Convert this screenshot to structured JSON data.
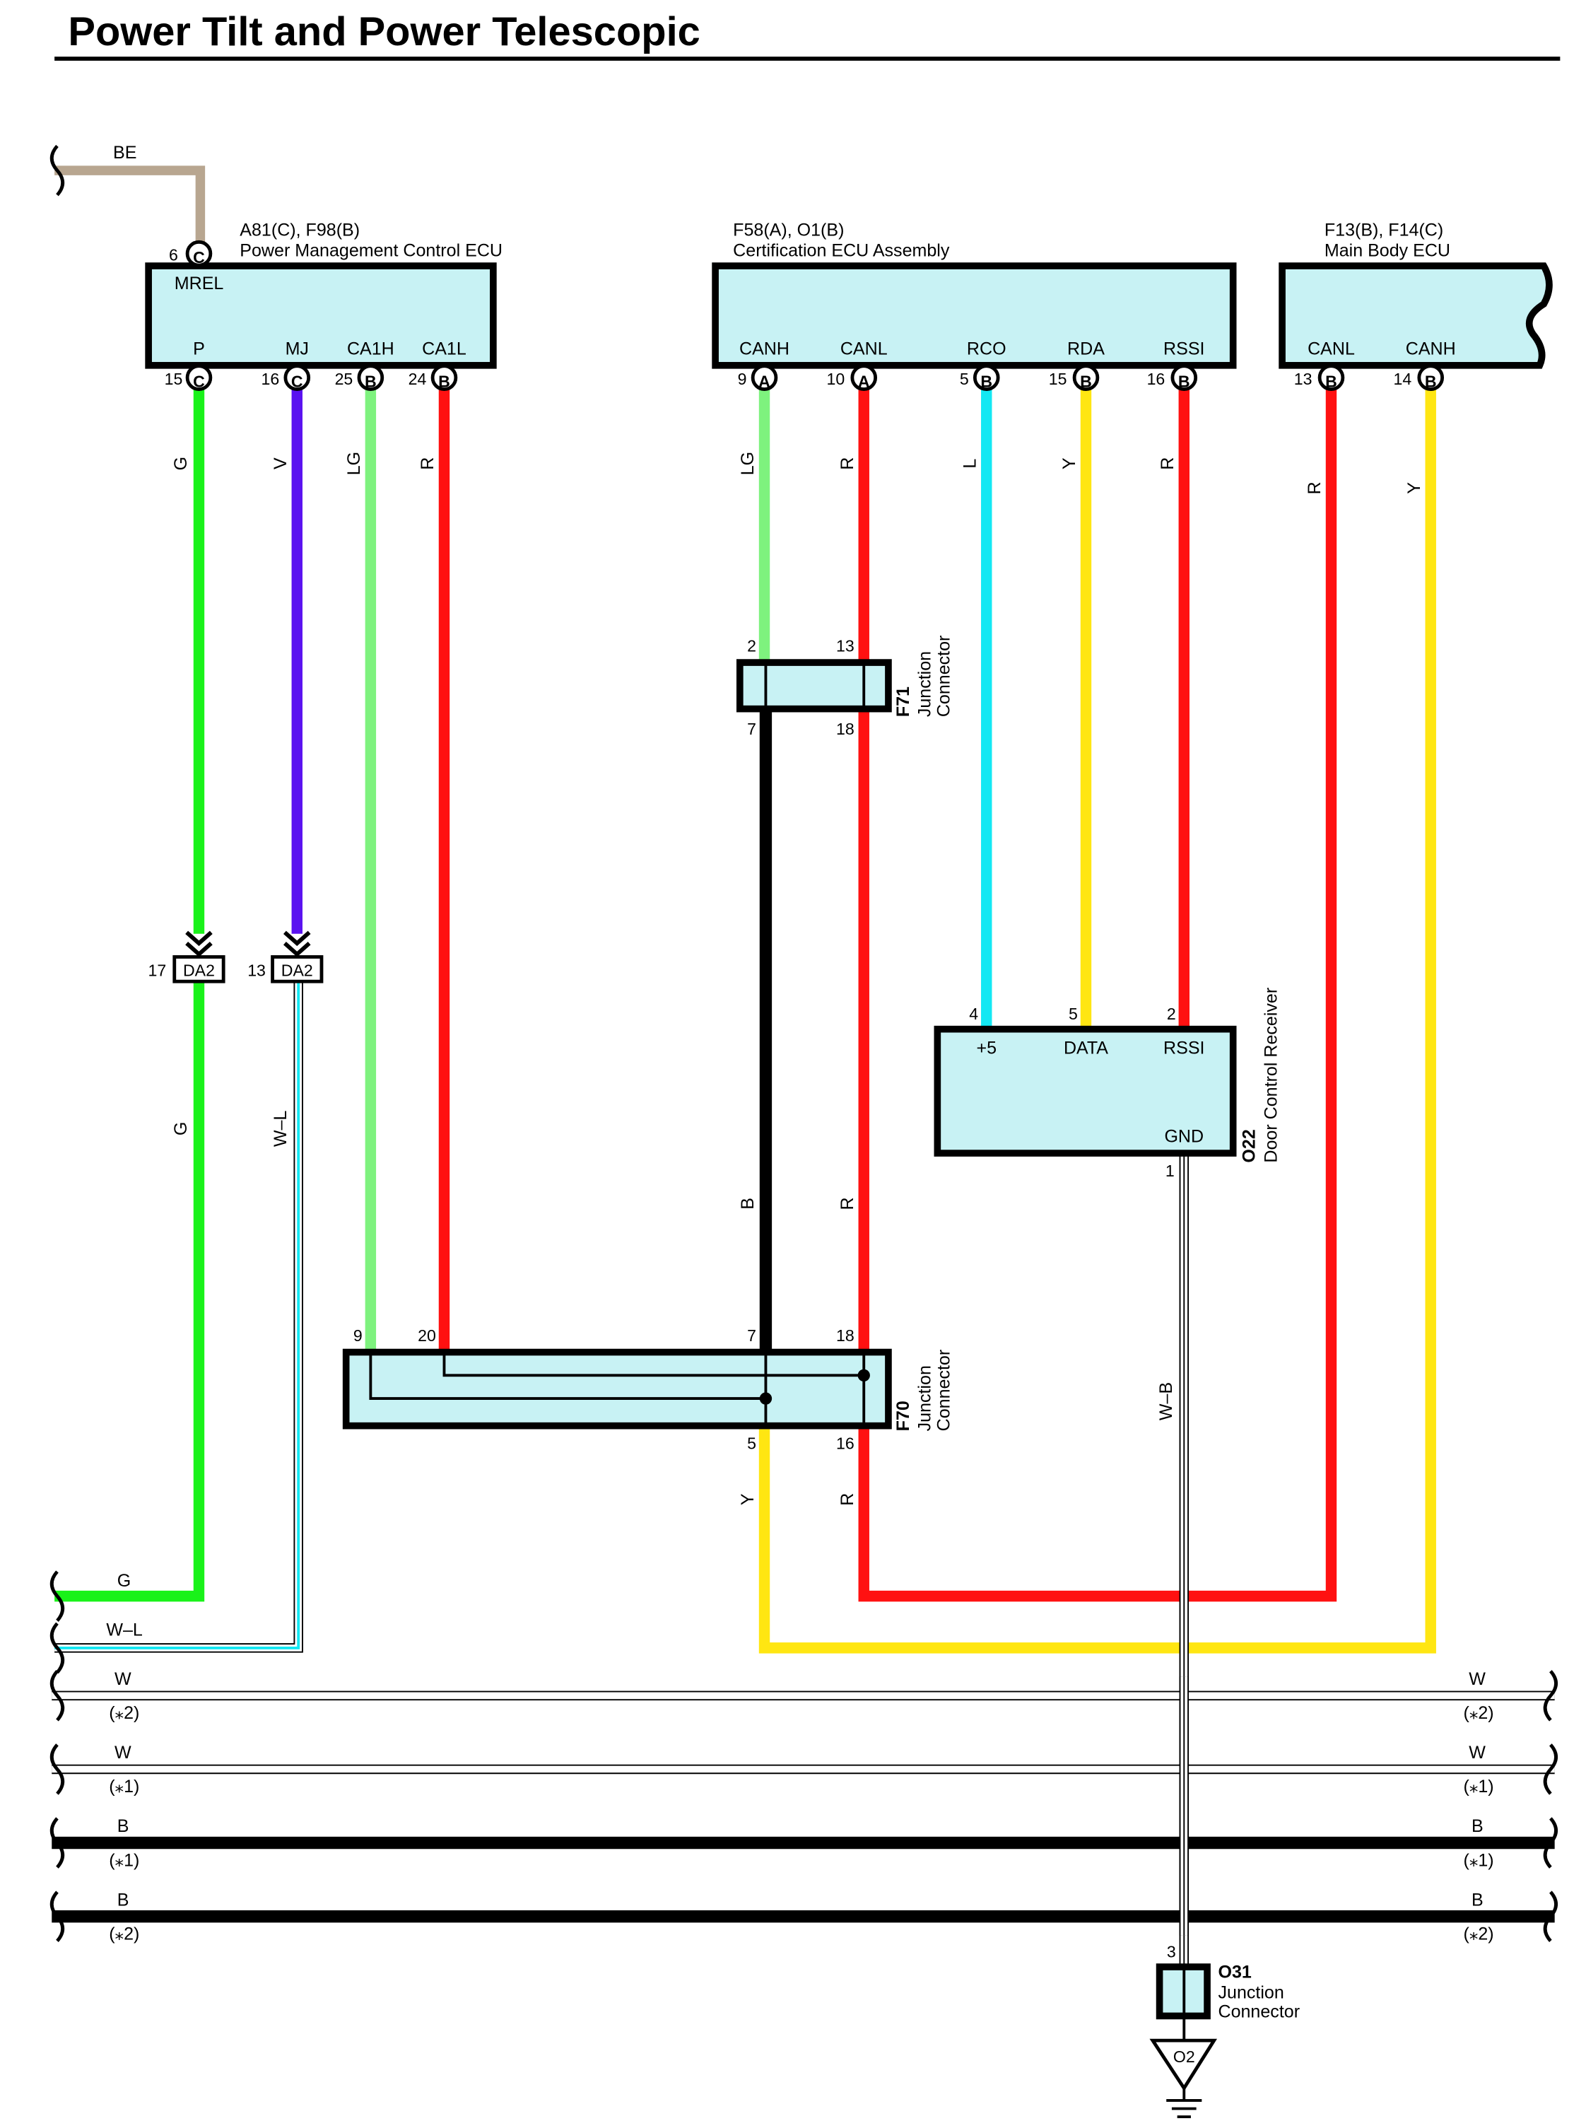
{
  "title": "Power Tilt and Power Telescopic",
  "colors": {
    "BE": "#b8a690",
    "G": "#19f219",
    "V": "#5a12f0",
    "LG": "#7ef27e",
    "R": "#ff1111",
    "L": "#13e8f3",
    "Y": "#ffe612",
    "B": "#000000",
    "W": "#ffffff",
    "box": "#c8f2f4"
  },
  "wire_labels": {
    "BE": "BE",
    "G": "G",
    "V": "V",
    "LG": "LG",
    "R": "R",
    "L": "L",
    "Y": "Y",
    "B": "B",
    "W": "W",
    "WL": "W–L",
    "WB": "W–B"
  },
  "components": {
    "pmc": {
      "code": "A81(C), F98(B)",
      "name": "Power Management Control ECU",
      "top_pin": {
        "num": "6",
        "conn": "C",
        "label": "MREL"
      },
      "pins": [
        {
          "num": "15",
          "conn": "C",
          "label": "P"
        },
        {
          "num": "16",
          "conn": "C",
          "label": "MJ"
        },
        {
          "num": "25",
          "conn": "B",
          "label": "CA1H"
        },
        {
          "num": "24",
          "conn": "B",
          "label": "CA1L"
        }
      ]
    },
    "cert": {
      "code": "F58(A), O1(B)",
      "name": "Certification ECU Assembly",
      "pins": [
        {
          "num": "9",
          "conn": "A",
          "label": "CANH"
        },
        {
          "num": "10",
          "conn": "A",
          "label": "CANL"
        },
        {
          "num": "5",
          "conn": "B",
          "label": "RCO"
        },
        {
          "num": "15",
          "conn": "B",
          "label": "RDA"
        },
        {
          "num": "16",
          "conn": "B",
          "label": "RSSI"
        }
      ]
    },
    "mbe": {
      "code": "F13(B), F14(C)",
      "name": "Main Body ECU",
      "pins": [
        {
          "num": "13",
          "conn": "B",
          "label": "CANL"
        },
        {
          "num": "14",
          "conn": "B",
          "label": "CANH"
        }
      ]
    },
    "da2": {
      "name": "DA2",
      "pins": [
        "17",
        "13"
      ]
    },
    "f71": {
      "code": "F71",
      "name_line1": "Junction",
      "name_line2": "Connector",
      "pins": [
        "2",
        "13",
        "7",
        "18"
      ]
    },
    "f70": {
      "code": "F70",
      "name_line1": "Junction",
      "name_line2": "Connector",
      "pins": [
        "9",
        "20",
        "7",
        "18",
        "5",
        "16"
      ]
    },
    "o22": {
      "code": "O22",
      "name": "Door Control Receiver",
      "pins": [
        {
          "num": "4",
          "label": "+5"
        },
        {
          "num": "5",
          "label": "DATA"
        },
        {
          "num": "2",
          "label": "RSSI"
        },
        {
          "num": "1",
          "label": "GND"
        }
      ]
    },
    "o31": {
      "code": "O31",
      "name_line1": "Junction",
      "name_line2": "Connector",
      "pin": "3"
    },
    "ground": {
      "code": "O2"
    }
  },
  "bus_lines": [
    {
      "wire": "W",
      "note": "(*2)"
    },
    {
      "wire": "W",
      "note": "(*1)"
    },
    {
      "wire": "B",
      "note": "(*1)"
    },
    {
      "wire": "B",
      "note": "(*2)"
    }
  ]
}
